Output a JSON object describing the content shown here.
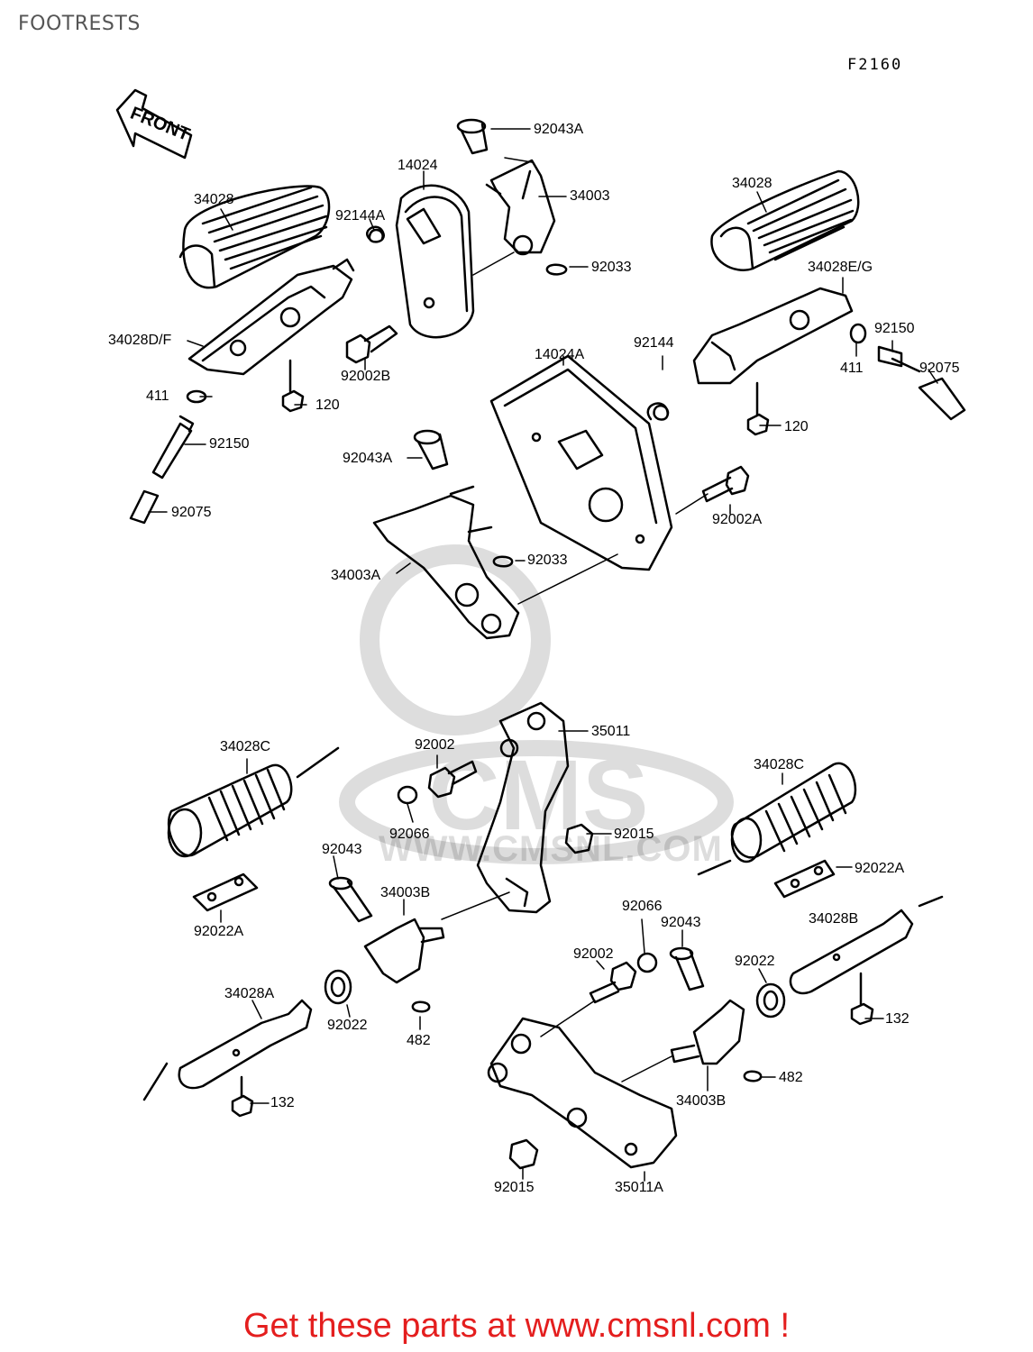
{
  "page": {
    "title": "FOOTRESTS",
    "code": "F2160"
  },
  "front_badge": "FRONT",
  "watermark": {
    "brand": "CMS",
    "site": "WWW.CMSNL.COM"
  },
  "cta": "Get these parts at www.cmsnl.com !",
  "labels": [
    {
      "key": "p92043A_top",
      "text": "92043A"
    },
    {
      "key": "p14024",
      "text": "14024"
    },
    {
      "key": "p34003",
      "text": "34003"
    },
    {
      "key": "p34028_left",
      "text": "34028"
    },
    {
      "key": "p92144A",
      "text": "92144A"
    },
    {
      "key": "p92033_top",
      "text": "92033"
    },
    {
      "key": "p34028_right",
      "text": "34028"
    },
    {
      "key": "p34028EG",
      "text": "34028E/G"
    },
    {
      "key": "p34028DF",
      "text": "34028D/F"
    },
    {
      "key": "p92002B",
      "text": "92002B"
    },
    {
      "key": "p14024A",
      "text": "14024A"
    },
    {
      "key": "p92144",
      "text": "92144"
    },
    {
      "key": "p92150_right",
      "text": "92150"
    },
    {
      "key": "p411_left",
      "text": "411"
    },
    {
      "key": "p120_left",
      "text": "120"
    },
    {
      "key": "p411_right",
      "text": "411"
    },
    {
      "key": "p92075_right",
      "text": "92075"
    },
    {
      "key": "p92150_left",
      "text": "92150"
    },
    {
      "key": "p120_right",
      "text": "120"
    },
    {
      "key": "p92043A_mid",
      "text": "92043A"
    },
    {
      "key": "p92075_left",
      "text": "92075"
    },
    {
      "key": "p92002A",
      "text": "92002A"
    },
    {
      "key": "p92033_mid",
      "text": "92033"
    },
    {
      "key": "p34003A",
      "text": "34003A"
    },
    {
      "key": "p35011",
      "text": "35011"
    },
    {
      "key": "p34028C_left",
      "text": "34028C"
    },
    {
      "key": "p92002_top",
      "text": "92002"
    },
    {
      "key": "p34028C_right",
      "text": "34028C"
    },
    {
      "key": "p92066_left",
      "text": "92066"
    },
    {
      "key": "p92015_top",
      "text": "92015"
    },
    {
      "key": "p92043_left",
      "text": "92043"
    },
    {
      "key": "p92022A_right",
      "text": "92022A"
    },
    {
      "key": "p34003B_left",
      "text": "34003B"
    },
    {
      "key": "p92022A_left",
      "text": "92022A"
    },
    {
      "key": "p92066_right",
      "text": "92066"
    },
    {
      "key": "p34028B",
      "text": "34028B"
    },
    {
      "key": "p92043_right",
      "text": "92043"
    },
    {
      "key": "p92002_bottom",
      "text": "92002"
    },
    {
      "key": "p92022_right",
      "text": "92022"
    },
    {
      "key": "p34028A",
      "text": "34028A"
    },
    {
      "key": "p132_right",
      "text": "132"
    },
    {
      "key": "p92022_left",
      "text": "92022"
    },
    {
      "key": "p482_left",
      "text": "482"
    },
    {
      "key": "p482_right",
      "text": "482"
    },
    {
      "key": "p132_left",
      "text": "132"
    },
    {
      "key": "p34003B_right",
      "text": "34003B"
    },
    {
      "key": "p92015_bottom",
      "text": "92015"
    },
    {
      "key": "p35011A",
      "text": "35011A"
    }
  ]
}
